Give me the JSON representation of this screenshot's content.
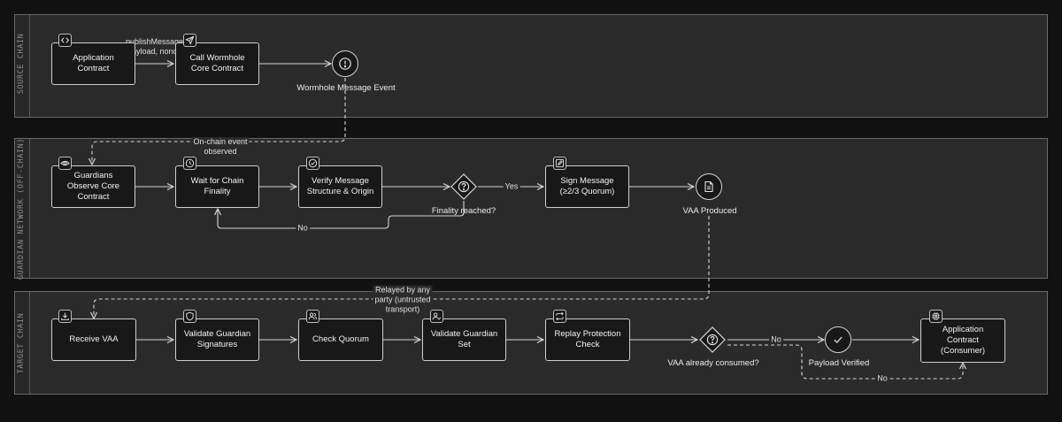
{
  "lanes": {
    "source": "SOURCE CHAIN",
    "guardian": "GUARDIAN NETWORK (OFF-CHAIN)",
    "target": "TARGET CHAIN"
  },
  "nodes": {
    "app_contract": "Application\nContract",
    "call_core": "Call Wormhole\nCore Contract",
    "message_event": "Wormhole Message Event",
    "guardians_observe": "Guardians\nObserve Core\nContract",
    "wait_finality": "Wait for Chain\nFinality",
    "verify_message": "Verify Message\nStructure & Origin",
    "finality_decision": "Finality reached?",
    "sign_message": "Sign Message\n(≥2/3 Quorum)",
    "vaa_produced": "VAA Produced",
    "receive_vaa": "Receive VAA",
    "validate_sigs": "Validate Guardian\nSignatures",
    "check_quorum": "Check Quorum",
    "validate_set": "Validate Guardian\nSet",
    "replay_check": "Replay Protection\nCheck",
    "consumed_decision": "VAA already consumed?",
    "payload_verified": "Payload Verified",
    "app_consumer": "Application\nContract\n(Consumer)"
  },
  "edges": {
    "publish": "publishMessage(\npayload, nonce)",
    "observed": "On-chain event\nobserved",
    "yes": "Yes",
    "no_finality": "No",
    "relayed": "Relayed by any\nparty (untrusted\ntransport)",
    "no_consumed": "No",
    "no_bottom": "No"
  },
  "icons": {
    "app_contract": "code-icon",
    "call_core": "send-icon",
    "message_event": "alert-circle-icon",
    "guardians_observe": "eye-icon",
    "wait_finality": "clock-icon",
    "verify_message": "check-circle-icon",
    "finality_decision": "question-icon",
    "sign_message": "pen-icon",
    "vaa_produced": "document-icon",
    "receive_vaa": "download-icon",
    "validate_sigs": "shield-icon",
    "check_quorum": "users-icon",
    "validate_set": "user-check-icon",
    "replay_check": "repeat-icon",
    "consumed_decision": "question-icon",
    "payload_verified": "check-icon",
    "app_consumer": "chip-icon"
  },
  "colors": {
    "background": "#111111",
    "lane_fill": "#2a2a2a",
    "node_fill": "#181818",
    "stroke": "#d6d6d6"
  }
}
